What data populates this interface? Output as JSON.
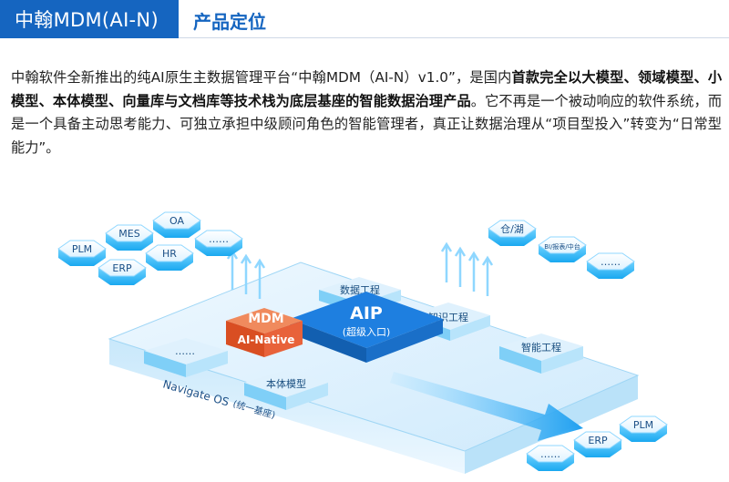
{
  "header": {
    "badge": "中翰MDM(AI-N)",
    "section_title": "产品定位"
  },
  "intro": {
    "p1": "中翰软件全新推出的纯AI原生主数据管理平台“中翰MDM（AI-N）v1.0”，是国内",
    "bold1": "首款完全以大模型、领域模型、小模型、本体模型、向量库与文档库等技术栈为底层基座的智能数据治理产品",
    "p2": "。它不再是一个被动响应的软件系统，而是一个具备主动思考能力、可独立承担中级顾问角色的智能管理者，真正让数据治理从“项目型投入”转变为“日常型能力”。"
  },
  "diagram": {
    "left_nodes": [
      "PLM",
      "MES",
      "OA",
      "ERP",
      "HR",
      "……"
    ],
    "right_nodes": [
      "仓/湖",
      "BI/报表/中台",
      "……"
    ],
    "bottom_nodes": [
      "PLM",
      "ERP",
      "……"
    ],
    "mdm_title": "MDM",
    "mdm_sub": "AI-Native",
    "aip_title": "AIP",
    "aip_sub": "(超级入口)",
    "modules": [
      "数据工程",
      "知识工程",
      "智能工程",
      "本体模型",
      "……"
    ],
    "platform_label": "Navigate OS",
    "platform_sub": "(统一基座)",
    "colors": {
      "brand": "#1565c0",
      "mdm": "#e8623a",
      "node": "#4fc3f7"
    }
  }
}
